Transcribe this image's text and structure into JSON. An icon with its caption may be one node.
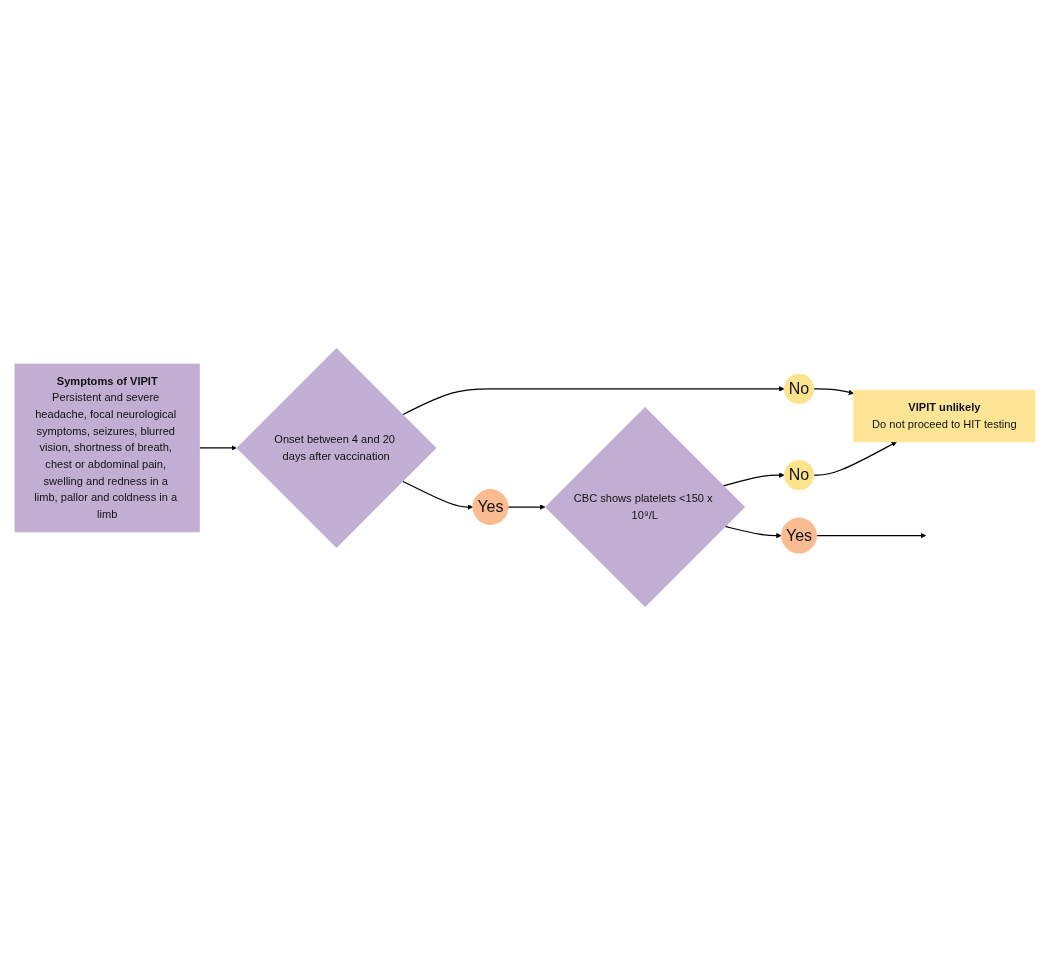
{
  "diagram": {
    "nodes": [
      {
        "text": [
          "Symptoms of VIPIT",
          "Persistent and severe headache, focal neurological symptoms, seizures, blurred vision, shortness of breath, chest or abdominal pain, swelling and redness in a limb, pallor and coldness in a limb"
        ]
      },
      {
        "text": [
          "Onset between 4 and 20 days after vaccination"
        ]
      },
      {
        "text": [
          "No"
        ]
      },
      {
        "text": [
          "VIPIT unlikely",
          "Do not proceed to HIT testing"
        ]
      },
      {
        "text": [
          "Yes"
        ]
      },
      {
        "text": [
          "CBC shows platelets <150 x 10⁹/L"
        ]
      },
      {
        "text": [
          "No"
        ]
      },
      {
        "text": [
          "Yes"
        ]
      }
    ],
    "edges": [
      {
        "from": 0,
        "to": 1,
        "arrow": "to"
      },
      {
        "from": 1,
        "to": 2,
        "arrow": "to"
      },
      {
        "from": 2,
        "to": 3,
        "arrow": "to"
      },
      {
        "from": 1,
        "to": 4,
        "arrow": "to"
      },
      {
        "from": 4,
        "to": 5,
        "arrow": "to"
      },
      {
        "from": 5,
        "to": 6,
        "arrow": "to"
      },
      {
        "from": 6,
        "to": 3,
        "arrow": "to"
      },
      {
        "from": 5,
        "to": 7,
        "arrow": "to"
      },
      {
        "from": 7,
        "to": null,
        "arrow": "to"
      }
    ]
  }
}
